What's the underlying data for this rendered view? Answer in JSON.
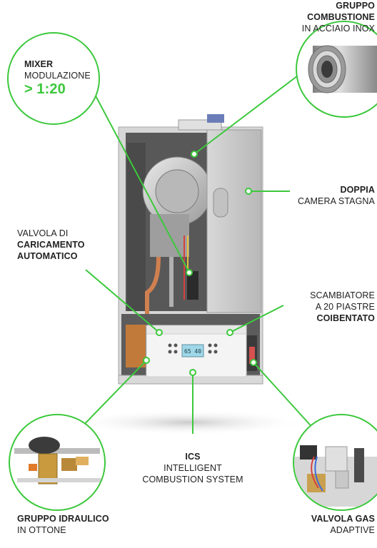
{
  "colors": {
    "accent_green": "#3cc83c",
    "text": "#222222",
    "boiler_frame": "#e7e7e7",
    "boiler_panel": "#c9c9c9",
    "control_panel": "#f2f2f2"
  },
  "labels": {
    "gruppo_combustione": {
      "bold": "GRUPPO COMBUSTIONE",
      "normal": "IN ACCIAIO INOX"
    },
    "mixer": {
      "bold": "MIXER",
      "normal": "MODULAZIONE",
      "highlight": "> 1:20"
    },
    "doppia": {
      "bold": "DOPPIA",
      "normal": "CAMERA STAGNA"
    },
    "valvola_caricamento": {
      "normal": "VALVOLA DI",
      "bold1": "CARICAMENTO",
      "bold2": "AUTOMATICO"
    },
    "scambiatore": {
      "normal1": "SCAMBIATORE",
      "normal2": "A 20 PIASTRE",
      "bold": "COIBENTATO"
    },
    "ics": {
      "bold": "ICS",
      "normal1": "INTELLIGENT",
      "normal2": "COMBUSTION SYSTEM"
    },
    "gruppo_idraulico": {
      "bold": "GRUPPO IDRAULICO",
      "normal": "IN OTTONE"
    },
    "valvola_gas": {
      "bold": "VALVOLA GAS",
      "normal": "ADAPTIVE"
    }
  },
  "display": {
    "readout": "65 40"
  },
  "icons": [
    "mixer-circle-icon",
    "combustion-group-icon",
    "hydraulic-group-icon",
    "gas-valve-icon",
    "boiler-illustration"
  ]
}
